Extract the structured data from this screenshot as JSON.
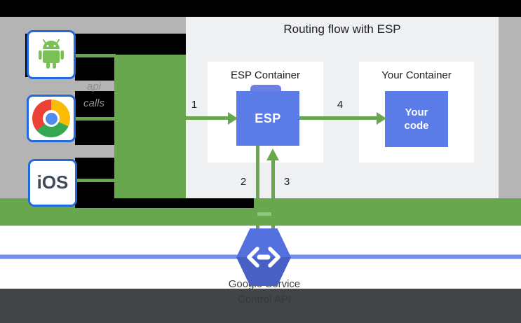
{
  "diagram": {
    "title": "Routing flow with ESP",
    "esp_container_label": "ESP Container",
    "your_container_label": "Your Container",
    "esp_box_label": "ESP",
    "your_code_line1": "Your",
    "your_code_line2": "code",
    "api_calls_line1": "api",
    "api_calls_line2": "calls",
    "ios_label": "iOS",
    "steps": {
      "s1": "1",
      "s2": "2",
      "s3": "3",
      "s4": "4"
    },
    "endpoints_caption_line1": "Google Service",
    "endpoints_caption_line2": "Control API"
  },
  "icons": {
    "android": "android-robot-icon",
    "chrome": "chrome-browser-icon",
    "ios": "ios-text-badge",
    "endpoints": "cloud-endpoints-hexagon-icon",
    "code_glyph": "code-brackets-icon"
  },
  "colors": {
    "green": "#69a74e",
    "blue_box": "#5b7ce6",
    "box_border_blue": "#2169dd",
    "panel_gray": "#eef0f2",
    "left_gray": "#b4b4b4",
    "hexagon_blue": "#5370dc",
    "blue_line": "#7390ef",
    "dark_band": "#414345",
    "black": "#000000"
  }
}
